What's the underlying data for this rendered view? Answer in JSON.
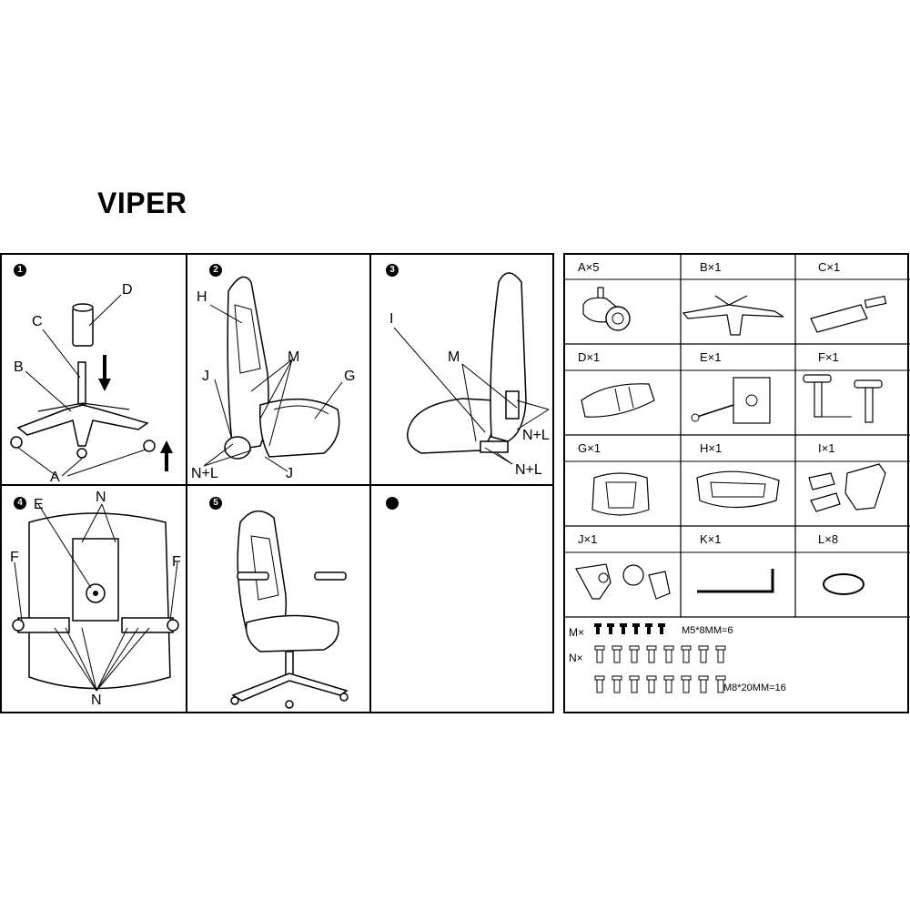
{
  "title": "VIPER",
  "steps": [
    {
      "num": "1",
      "labels": {
        "a": "A",
        "b": "B",
        "c": "C",
        "d": "D"
      }
    },
    {
      "num": "2",
      "labels": {
        "h": "H",
        "j1": "J",
        "j2": "J",
        "m": "M",
        "g": "G",
        "nl": "N+L"
      }
    },
    {
      "num": "3",
      "labels": {
        "i": "I",
        "m": "M",
        "nl1": "N+L",
        "nl2": "N+L"
      }
    },
    {
      "num": "4",
      "labels": {
        "e": "E",
        "n1": "N",
        "n2": "N",
        "f1": "F",
        "f2": "F"
      }
    },
    {
      "num": "5"
    },
    {
      "num": ""
    }
  ],
  "parts": [
    {
      "label": "A×5"
    },
    {
      "label": "B×1"
    },
    {
      "label": "C×1"
    },
    {
      "label": "D×1"
    },
    {
      "label": "E×1"
    },
    {
      "label": "F×1"
    },
    {
      "label": "G×1"
    },
    {
      "label": "H×1"
    },
    {
      "label": "I×1"
    },
    {
      "label": "J×1"
    },
    {
      "label": "K×1"
    },
    {
      "label": "L×8"
    }
  ],
  "screws": {
    "m_label": "M×",
    "m_spec": "M5*8MM=6",
    "n_label": "N×",
    "n_spec": "M8*20MM=16"
  }
}
